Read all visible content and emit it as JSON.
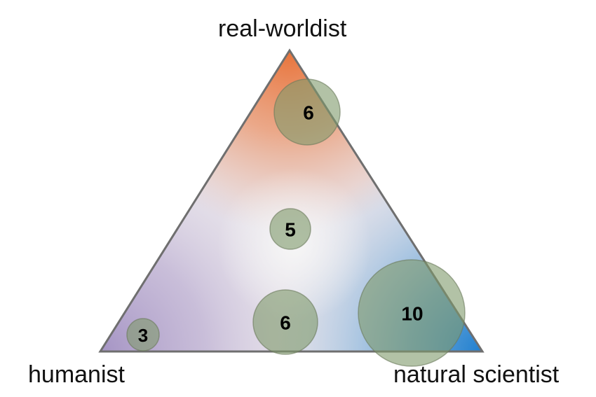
{
  "vertices": {
    "top": "real-worldist",
    "left": "humanist",
    "right": "natural scientist"
  },
  "bubbles": [
    {
      "label": "6",
      "position": "top corner"
    },
    {
      "label": "5",
      "position": "center"
    },
    {
      "label": "6",
      "position": "bottom middle"
    },
    {
      "label": "3",
      "position": "bottom-left corner"
    },
    {
      "label": "10",
      "position": "bottom-right corner"
    }
  ],
  "colors": {
    "top_corner": "#e8733a",
    "left_corner": "#a897c4",
    "right_corner": "#1f7fd0",
    "center": "#f2f2f2",
    "bubble_fill": "#7f9a6a",
    "triangle_stroke": "#6f6f6f"
  }
}
